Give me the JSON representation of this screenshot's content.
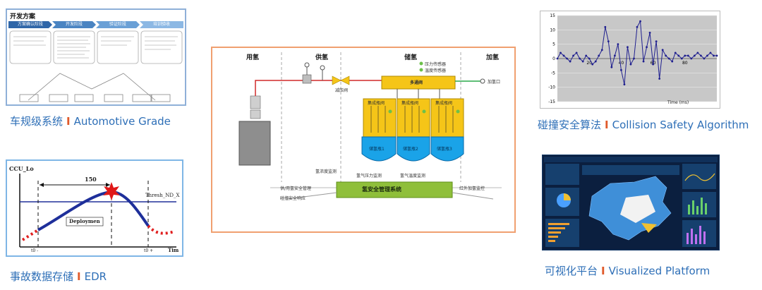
{
  "automotive": {
    "title": "开发方案",
    "stages": [
      "方案确认阶段",
      "开发阶段",
      "验证阶段",
      "培训验收"
    ],
    "caption_cn": "车规级系统",
    "caption_sep": "I",
    "caption_en": "Automotive Grade"
  },
  "edr": {
    "y_label": "CCU_Lo",
    "span_label": "150",
    "thresh_label": "Thresh_ND_X",
    "deploy_label": "Deploymen",
    "t0_minus": "t0 -",
    "t0_plus": "t0 +",
    "x_label": "Tim",
    "caption_cn": "事故数据存储",
    "caption_sep": "I",
    "caption_en": "EDR"
  },
  "hydrogen": {
    "zones": [
      "用氢",
      "供氢",
      "储氢",
      "加氢"
    ],
    "pressure_reducer": "减压阀",
    "manifold": "多通阀",
    "tank_labels": [
      "集成瓶阀",
      "集成瓶阀",
      "集成瓶阀"
    ],
    "tanks": [
      "储氢瓶1",
      "储氢瓶2",
      "储氢瓶3"
    ],
    "monitors": [
      "氢浓度监测",
      "氢气压力监测",
      "氢气温度监测"
    ],
    "system": "氢安全管理系统",
    "left_inputs": [
      "供/用氢安全管理",
      "碰撞安全响应"
    ],
    "right_input": "红外加氢监控",
    "fill_port": "加氢口",
    "legend_1": "压力传感器",
    "legend_2": "温度传感器"
  },
  "collision": {
    "chart_data": {
      "type": "line",
      "x_label": "Time (ms)",
      "y_ticks": [
        15,
        10,
        5,
        0,
        -5,
        -10,
        -15
      ],
      "x_ticks": [
        20,
        40,
        60,
        80
      ],
      "ylim": [
        -15,
        15
      ],
      "xlim": [
        0,
        100
      ],
      "series": [
        {
          "color": "#1f1f8f",
          "x": [
            0,
            2,
            4,
            6,
            8,
            10,
            12,
            14,
            16,
            18,
            20,
            22,
            24,
            26,
            28,
            30,
            32,
            34,
            36,
            38,
            40,
            42,
            44,
            46,
            48,
            50,
            52,
            54,
            56,
            58,
            60,
            62,
            64,
            66,
            68,
            70,
            72,
            74,
            76,
            78,
            80,
            82,
            84,
            86,
            88,
            90,
            92,
            94,
            96,
            98,
            100
          ],
          "values": [
            0,
            2,
            1,
            0,
            -1,
            1,
            2,
            0,
            -1,
            1,
            0,
            -2,
            -1,
            1,
            3,
            11,
            6,
            -3,
            1,
            5,
            -4,
            -9,
            4,
            -2,
            0,
            11,
            13,
            -1,
            4,
            9,
            -2,
            6,
            -7,
            3,
            1,
            0,
            -1,
            2,
            1,
            0,
            1,
            1,
            0,
            1,
            2,
            1,
            0,
            1,
            2,
            1,
            1
          ]
        }
      ]
    },
    "caption_cn": "碰撞安全算法",
    "caption_sep": "I",
    "caption_en": "Collision Safety Algorithm"
  },
  "visual": {
    "caption_cn": "可视化平台",
    "caption_sep": "I",
    "caption_en": "Visualized Platform"
  }
}
